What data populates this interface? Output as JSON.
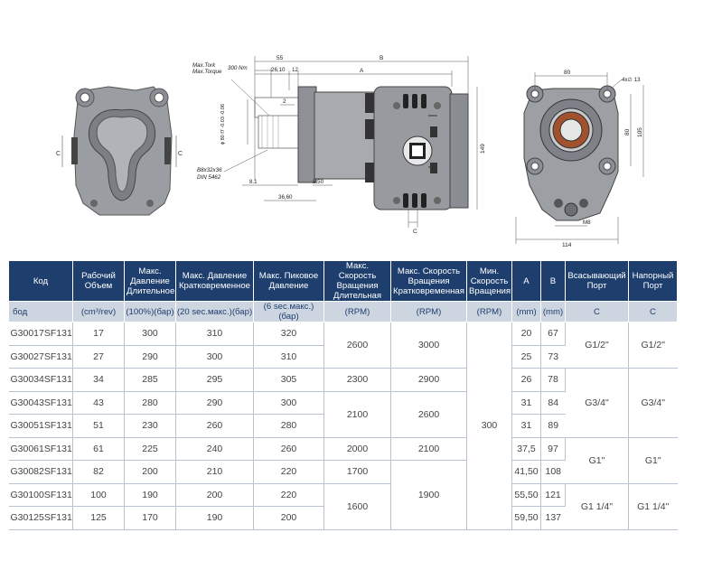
{
  "drawing": {
    "torque_label_1": "Max.Tork",
    "torque_label_2": "Max.Torque",
    "torque_value": "300 Nm",
    "dim_55": "55",
    "dim_B": "B",
    "dim_26_10": "26,10",
    "dim_12": "12",
    "dim_A": "A",
    "dim_2": "2",
    "dim_diam_80": "ϕ 80 f7 -0.03 -0.06",
    "spline_1": "B8x32x36",
    "spline_2": "DIN 5462",
    "dim_8_1": "8.1",
    "dim_8_50": "8.50",
    "dim_36_60": "36,60",
    "dim_149": "149",
    "dim_C_side": "C",
    "dim_C_bottom": "C",
    "dim_C_left": "C",
    "dim_80_top": "80",
    "dim_4x13": "4x∅ 13",
    "dim_80_vert": "80",
    "dim_105": "105",
    "dim_M8": "M8",
    "dim_114": "114"
  },
  "table": {
    "headers": [
      "Код",
      "Рабочий Объем",
      "Макс. Давление Длительное",
      "Макс. Давление Кратковременное",
      "Макс. Пиковое Давление",
      "Макс. Скорость Вращения Длительная",
      "Макс. Скорость Вращения Кратковременная",
      "Мин. Скорость Вращения",
      "A",
      "B",
      "Всасывающий Порт",
      "Напорный Порт"
    ],
    "units": [
      "бод",
      "(cm³/rev)",
      "(100%)(бар)",
      "(20 sec.макс.)(бар)",
      "(6 sec.макс.)(бар)",
      "(RPM)",
      "(RPM)",
      "(RPM)",
      "(mm)",
      "(mm)",
      "C",
      "C"
    ],
    "rows": [
      {
        "code": "G30017SF131",
        "vol": "17",
        "cont": "300",
        "inter": "310",
        "peak": "320",
        "a": "20",
        "b": "67"
      },
      {
        "code": "G30027SF131",
        "vol": "27",
        "cont": "290",
        "inter": "300",
        "peak": "310",
        "a": "25",
        "b": "73"
      },
      {
        "code": "G30034SF131",
        "vol": "34",
        "cont": "285",
        "inter": "295",
        "peak": "305",
        "a": "26",
        "b": "78"
      },
      {
        "code": "G30043SF131",
        "vol": "43",
        "cont": "280",
        "inter": "290",
        "peak": "300",
        "a": "31",
        "b": "84"
      },
      {
        "code": "G30051SF131",
        "vol": "51",
        "cont": "230",
        "inter": "260",
        "peak": "280",
        "a": "31",
        "b": "89"
      },
      {
        "code": "G30061SF131",
        "vol": "61",
        "cont": "225",
        "inter": "240",
        "peak": "260",
        "a": "37,5",
        "b": "97"
      },
      {
        "code": "G30082SF131",
        "vol": "82",
        "cont": "200",
        "inter": "210",
        "peak": "220",
        "a": "41,50",
        "b": "108"
      },
      {
        "code": "G30100SF131",
        "vol": "100",
        "cont": "190",
        "inter": "200",
        "peak": "220",
        "a": "55,50",
        "b": "121"
      },
      {
        "code": "G30125SF131",
        "vol": "125",
        "cont": "170",
        "inter": "190",
        "peak": "200",
        "a": "59,50",
        "b": "137"
      }
    ],
    "speed_cont": [
      "2600",
      "2300",
      "2100",
      "2000",
      "1700",
      "1600"
    ],
    "speed_inter": [
      "3000",
      "2900",
      "2600",
      "2100",
      "1900"
    ],
    "min_speed": "300",
    "ports_suction": [
      "G1/2\"",
      "G3/4\"",
      "G1\"",
      "G1 1/4\""
    ],
    "ports_pressure": [
      "G1/2\"",
      "G3/4\"",
      "G1\"",
      "G1 1/4\""
    ]
  }
}
